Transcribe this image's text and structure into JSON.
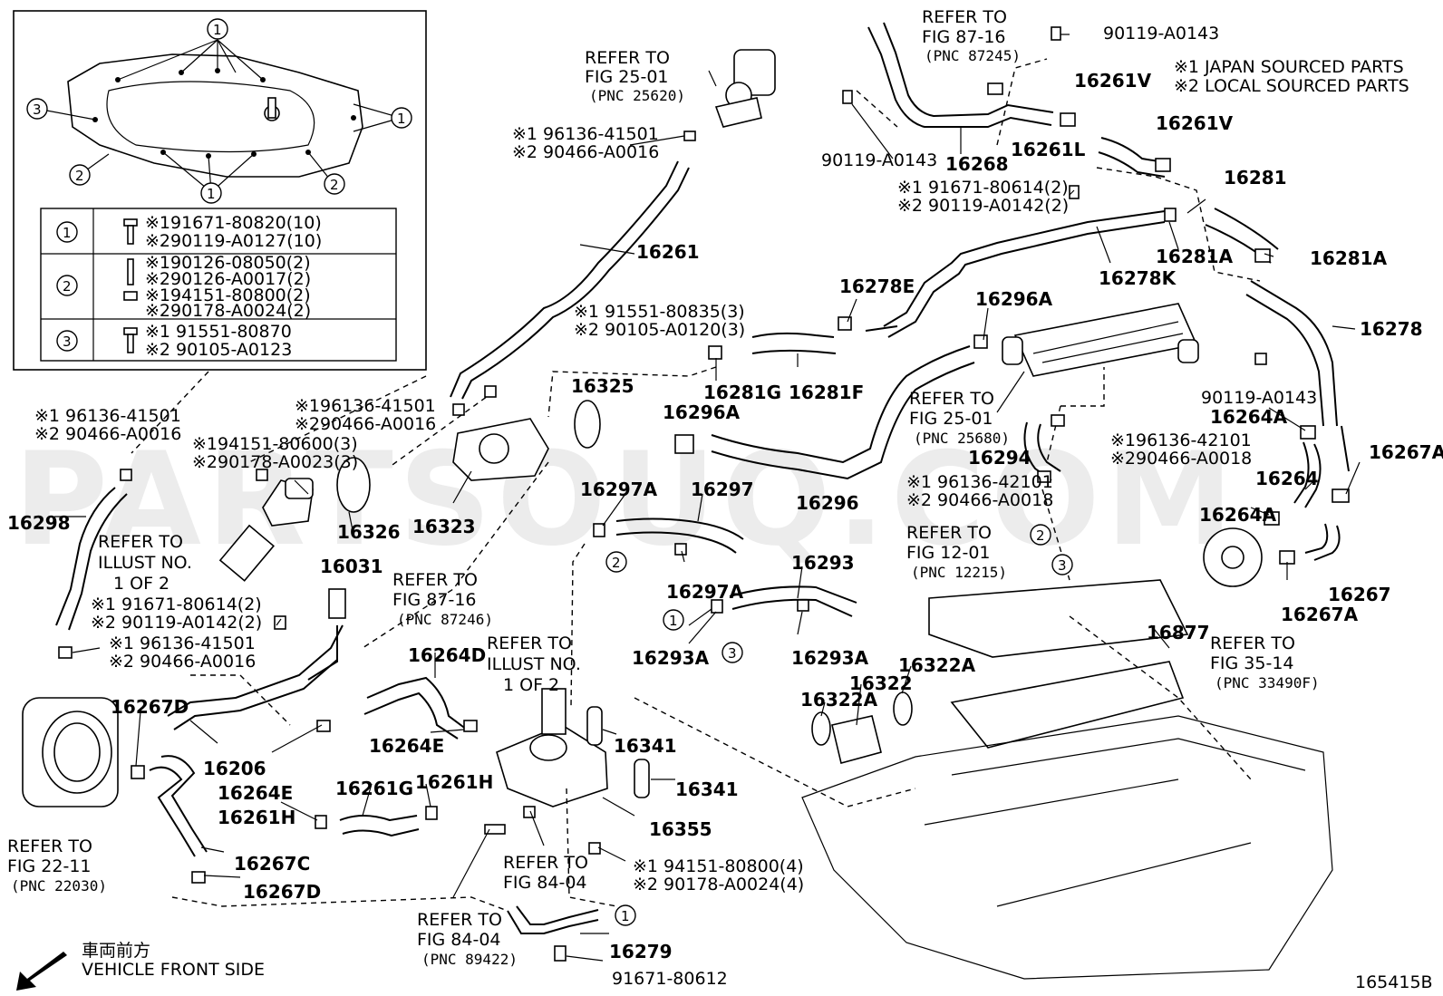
{
  "watermark": "PARTSOUQ.COM",
  "legend": {
    "marks": "※1 JAPAN SOURCED PARTS",
    "local": "※2 LOCAL SOURCED PARTS"
  },
  "inset": {
    "circle1": "1",
    "circle2": "2",
    "circle3": "3",
    "row1": {
      "a": "※191671-80820(10)",
      "b": "※290119-A0127(10)"
    },
    "row2": {
      "a": "※190126-08050(2)",
      "b": "※290126-A0017(2)",
      "c": "※194151-80800(2)",
      "d": "※290178-A0024(2)"
    },
    "row3": {
      "a": "※1 91551-80870",
      "b": "※2 90105-A0123"
    }
  },
  "refs": {
    "r2501a": {
      "l1": "REFER TO",
      "l2": "FIG 25-01",
      "l3": "(PNC 25620)"
    },
    "r8716a": {
      "l1": "REFER TO",
      "l2": "FIG 87-16",
      "l3": "(PNC 87245)"
    },
    "r2501b": {
      "l1": "REFER TO",
      "l2": "FIG 25-01",
      "l3": "(PNC 25680)"
    },
    "r1201": {
      "l1": "REFER TO",
      "l2": "FIG 12-01",
      "l3": "(PNC 12215)"
    },
    "r3514": {
      "l1": "REFER TO",
      "l2": "FIG 35-14",
      "l3": "(PNC 33490F)"
    },
    "r8716b": {
      "l1": "REFER TO",
      "l2": "FIG 87-16",
      "l3": "(PNC 87246)"
    },
    "illust1": {
      "l1": "REFER TO",
      "l2": "ILLUST NO.",
      "l3": "1 OF 2"
    },
    "illust2": {
      "l1": "REFER TO",
      "l2": "ILLUST NO.",
      "l3": "1 OF 2"
    },
    "r2211": {
      "l1": "REFER TO",
      "l2": "FIG 22-11",
      "l3": "(PNC 22030)"
    },
    "r8404a": {
      "l1": "REFER TO",
      "l2": "FIG 84-04"
    },
    "r8404b": {
      "l1": "REFER TO",
      "l2": "FIG 84-04",
      "l3": "(PNC 89422)"
    }
  },
  "parts": {
    "p16261": "16261",
    "p16268": "16268",
    "p16261V1": "16261V",
    "p16261V2": "16261V",
    "p16261L": "16261L",
    "p16281": "16281",
    "p16281A1": "16281A",
    "p16281A2": "16281A",
    "p16278K": "16278K",
    "p16278E": "16278E",
    "p16278": "16278",
    "p16296A1": "16296A",
    "p16296A2": "16296A",
    "p16281G": "16281G",
    "p16281F": "16281F",
    "p16325": "16325",
    "p16296": "16296",
    "p16294": "16294",
    "p16264A1": "16264A",
    "p16264": "16264",
    "p16267A1": "16267A",
    "p16264A2": "16264A",
    "p16267": "16267",
    "p16267A2": "16267A",
    "p16298": "16298",
    "p16326": "16326",
    "p16323": "16323",
    "p16031": "16031",
    "p16297A1": "16297A",
    "p16297": "16297",
    "p16297A2": "16297A",
    "p16293": "16293",
    "p16293A1": "16293A",
    "p16293A2": "16293A",
    "p16877": "16877",
    "p16322A1": "16322A",
    "p16322": "16322",
    "p16322A2": "16322A",
    "p16264D": "16264D",
    "p16264E1": "16264E",
    "p16264E2": "16264E",
    "p16206": "16206",
    "p16267D1": "16267D",
    "p16341a": "16341",
    "p16341b": "16341",
    "p16355": "16355",
    "p16261G": "16261G",
    "p16261H1": "16261H",
    "p16261H2": "16261H",
    "p16267C": "16267C",
    "p16267D2": "16267D",
    "p16279": "16279"
  },
  "codes": {
    "c90119_0143a": "90119-A0143",
    "c90119_0143b": "90119-A0143",
    "c90119_0143c": "90119-A0143",
    "cA1": "※1 96136-41501",
    "cA2": "※2 90466-A0016",
    "cB1": "※1 91671-80614(2)",
    "cB2": "※2 90119-A0142(2)",
    "cC1": "※1 91551-80835(3)",
    "cC2": "※2 90105-A0120(3)",
    "cD1": "※196136-41501",
    "cD2": "※290466-A0016",
    "cE1": "※194151-80600(3)",
    "cE2": "※290178-A0023(3)",
    "cF1": "※1 96136-41501",
    "cF2": "※2 90466-A0016",
    "cG1": "※1 96136-42101",
    "cG2": "※2 90466-A0018",
    "cH1": "※196136-42101",
    "cH2": "※290466-A0018",
    "cI1": "※1 91671-80614(2)",
    "cI2": "※2 90119-A0142(2)",
    "cJ1": "※1 96136-41501",
    "cJ2": "※2 90466-A0016",
    "cK1": "※1 94151-80800(4)",
    "cK2": "※2 90178-A0024(4)",
    "cL": "91671-80612"
  },
  "callouts": {
    "c1": "1",
    "c2": "2",
    "c3": "3"
  },
  "front": {
    "jp": "車両前方",
    "en": "VEHICLE FRONT SIDE"
  },
  "figure_id": "165415B"
}
